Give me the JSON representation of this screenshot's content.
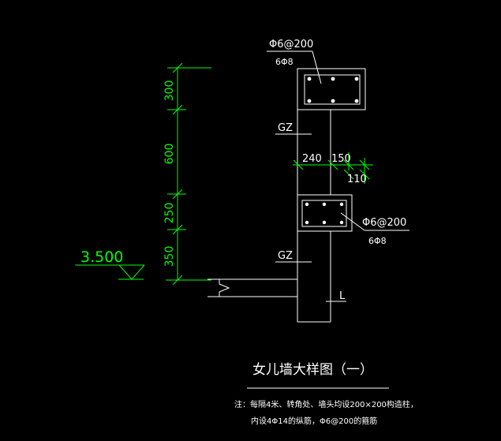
{
  "colors": {
    "background": "#000000",
    "dimension": "#00ff00",
    "drawing": "#ffffff"
  },
  "elevation": {
    "label": "3.500"
  },
  "dimensions": {
    "d1": "300",
    "d2": "600",
    "d3": "250",
    "d4": "350"
  },
  "top_beam": {
    "stirrup": "Φ6@200",
    "bars": "6Φ8"
  },
  "mid_beam": {
    "stirrup": "Φ6@200",
    "bars": "6Φ8"
  },
  "column_labels": {
    "upper": "GZ",
    "lower": "GZ"
  },
  "width_dims": {
    "a": "240",
    "b": "150",
    "c": "110"
  },
  "l_label": "L",
  "title": "女儿墙大样图（一）",
  "note": {
    "line1": "注：每隔4米、转角处、墙头均设200×200构造柱，",
    "line2": "内设4Φ14的纵筋，Φ6@200的箍筋"
  }
}
